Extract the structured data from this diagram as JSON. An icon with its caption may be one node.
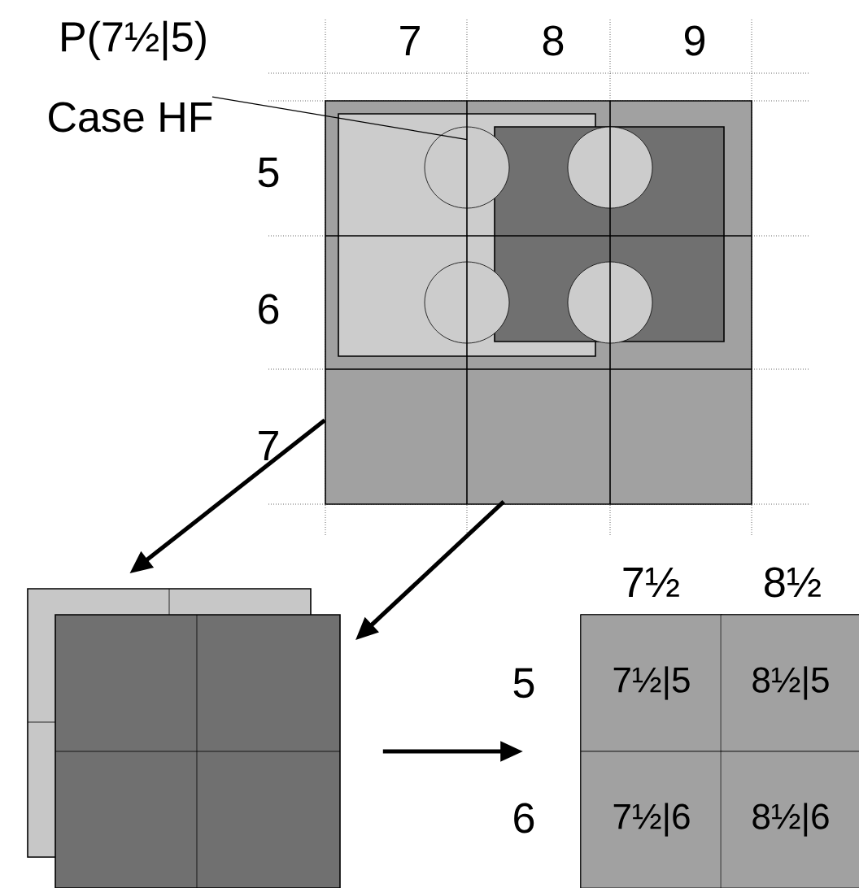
{
  "diagram": {
    "nodes": [
      {
        "text": [],
        "shape": "box"
      },
      {
        "text": [
          "Case HF"
        ]
      },
      {
        "text": [],
        "shape": "circle",
        "in": 0
      },
      {
        "text": [],
        "shape": "circle",
        "in": 0
      },
      {
        "text": [],
        "shape": "circle",
        "in": 0
      },
      {
        "text": [],
        "shape": "circle",
        "in": 0
      },
      {
        "text": [],
        "shape": "box"
      },
      {
        "text": [],
        "shape": "box"
      },
      {
        "text": [],
        "shape": "box"
      },
      {
        "text": [
          "7½|5"
        ],
        "in": 8
      },
      {
        "text": [
          "8½|5"
        ],
        "in": 8
      },
      {
        "text": [
          "7½|6"
        ],
        "in": 8
      },
      {
        "text": [
          "8½|6"
        ],
        "in": 8
      }
    ],
    "edges": [
      {
        "from": 1,
        "to": 2,
        "arrow": "none"
      },
      {
        "from": 0,
        "to": 6,
        "arrow": "to"
      },
      {
        "from": 0,
        "to": 7,
        "arrow": "to"
      },
      {
        "from": 7,
        "to": 8,
        "arrow": "to"
      }
    ],
    "labels": [
      "P(7½|5)",
      "7",
      "8",
      "9",
      "5",
      "6",
      "7",
      "7½",
      "8½",
      "5",
      "6"
    ]
  }
}
